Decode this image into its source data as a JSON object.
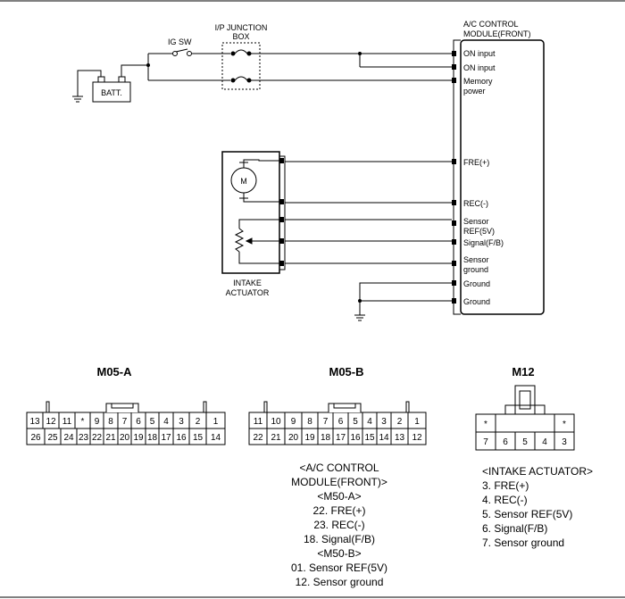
{
  "schematic": {
    "ig_sw": "IG SW",
    "junction_box": [
      "I/P JUNCTION",
      "BOX"
    ],
    "battery": "BATT.",
    "module_title": [
      "A/C CONTROL",
      "MODULE(FRONT)"
    ],
    "module_pins": {
      "on_input_1": "ON input",
      "on_input_2": "ON input",
      "memory_power": [
        "Memory",
        "power"
      ],
      "fre": "FRE(+)",
      "rec": "REC(-)",
      "sensor_ref": [
        "Sensor",
        "REF(5V)"
      ],
      "signal": "Signal(F/B)",
      "sensor_ground": [
        "Sensor",
        "ground"
      ],
      "ground_1": "Ground",
      "ground_2": "Ground"
    },
    "motor": "M",
    "actuator_label": [
      "INTAKE",
      "ACTUATOR"
    ]
  },
  "connectors": {
    "m05a": {
      "title": "M05-A",
      "top": [
        "13",
        "12",
        "11",
        "*",
        "9",
        "8",
        "7",
        "6",
        "5",
        "4",
        "3",
        "2",
        "1"
      ],
      "bottom": [
        "26",
        "25",
        "24",
        "23",
        "22",
        "21",
        "20",
        "19",
        "18",
        "17",
        "16",
        "15",
        "14"
      ]
    },
    "m05b": {
      "title": "M05-B",
      "top": [
        "11",
        "10",
        "9",
        "8",
        "7",
        "6",
        "5",
        "4",
        "3",
        "2",
        "1"
      ],
      "bottom": [
        "22",
        "21",
        "20",
        "19",
        "18",
        "17",
        "16",
        "15",
        "14",
        "13",
        "12"
      ]
    },
    "m12": {
      "title": "M12",
      "top": [
        "*",
        "*"
      ],
      "bottom": [
        "7",
        "6",
        "5",
        "4",
        "3"
      ]
    }
  },
  "notes": {
    "module": [
      "<A/C CONTROL",
      "MODULE(FRONT)>",
      "<M50-A>",
      "22. FRE(+)",
      "23. REC(-)",
      "18. Signal(F/B)",
      "<M50-B>",
      "01. Sensor REF(5V)",
      "12. Sensor ground"
    ],
    "actuator": [
      "<INTAKE ACTUATOR>",
      "3. FRE(+)",
      "4. REC(-)",
      "5. Sensor REF(5V)",
      "6. Signal(F/B)",
      "7. Sensor ground"
    ]
  }
}
